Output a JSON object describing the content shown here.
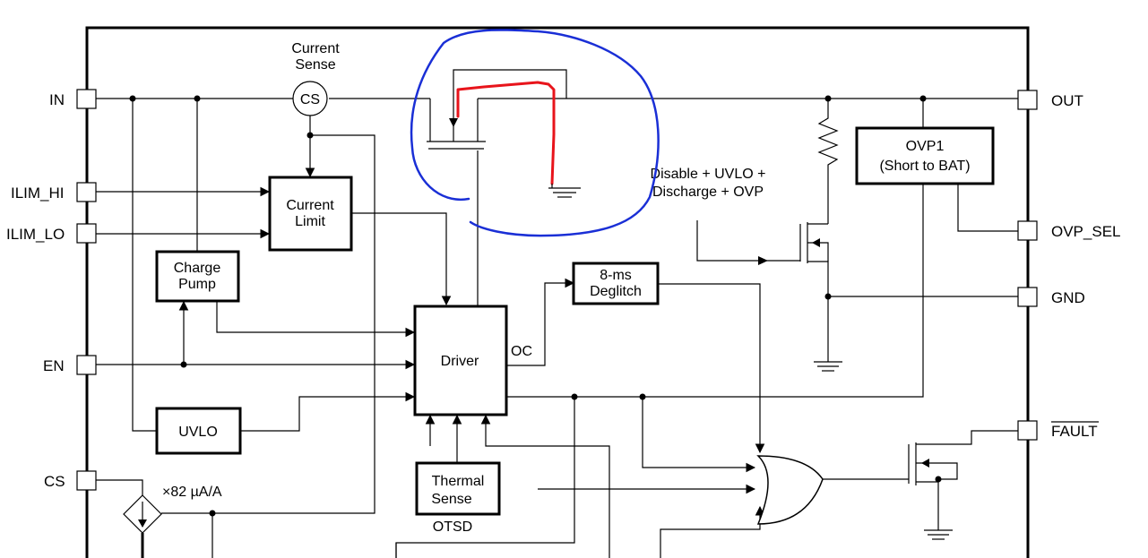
{
  "pins": {
    "in": "IN",
    "ilim_hi": "ILIM_HI",
    "ilim_lo": "ILIM_LO",
    "en": "EN",
    "cs": "CS",
    "out": "OUT",
    "ovp_sel": "OVP_SEL",
    "gnd": "GND",
    "fault": "FAULT"
  },
  "labels": {
    "current_sense_line1": "Current",
    "current_sense_line2": "Sense",
    "cs_circle": "CS",
    "current_limit_line1": "Current",
    "current_limit_line2": "Limit",
    "charge_pump_line1": "Charge",
    "charge_pump_line2": "Pump",
    "driver": "Driver",
    "oc": "OC",
    "deglitch_line1": "8-ms",
    "deglitch_line2": "Deglitch",
    "uvlo": "UVLO",
    "thermal_sense_line1": "Thermal",
    "thermal_sense_line2": "Sense",
    "otsd": "OTSD",
    "ovp1_line1": "OVP1",
    "ovp1_line2": "(Short to BAT)",
    "disable_line1": "Disable + UVLO +",
    "disable_line2": "Discharge + OVP",
    "current_mirror": "×82 µA/A"
  },
  "annotations": {
    "circle_color": "#1a2fd6",
    "path_color": "#e8141b"
  }
}
